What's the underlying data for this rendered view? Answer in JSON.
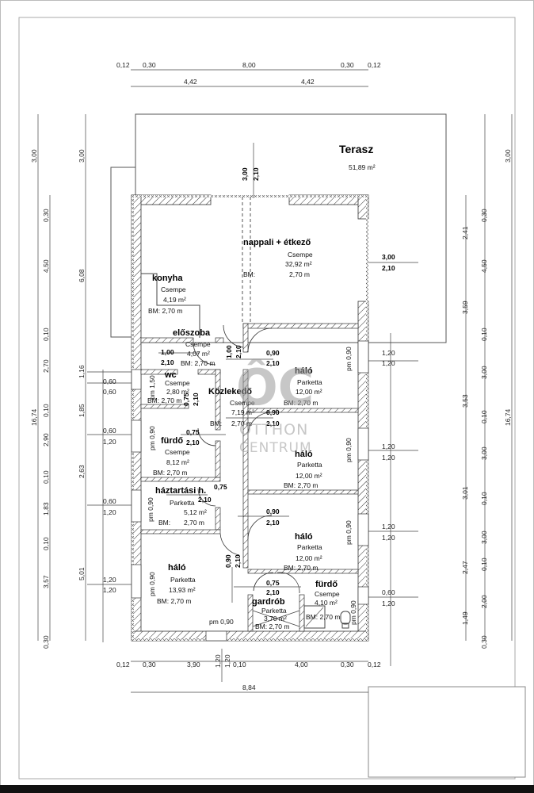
{
  "terrace": {
    "name": "Terasz",
    "area": "51,89 m²"
  },
  "rooms": [
    {
      "id": "nappali",
      "name": "nappali + étkező",
      "floor": "Csempe",
      "area": "32,92 m²",
      "bm_label": "BM:",
      "bm_value": "2,70 m"
    },
    {
      "id": "konyha",
      "name": "konyha",
      "floor": "Csempe",
      "area": "4,19 m²",
      "bm": "BM: 2,70 m"
    },
    {
      "id": "eloszoba",
      "name": "előszoba",
      "floor": "Csempe",
      "area": "4,07 m²",
      "bm": "BM: 2,70 m"
    },
    {
      "id": "wc",
      "name": "wc",
      "floor": "Csempe",
      "area": "2,80 m²",
      "bm": "BM: 2,70 m"
    },
    {
      "id": "kozlekedo",
      "name": "Közlekedő",
      "floor": "Csempe",
      "area": "7,19 m²",
      "bm_label": "BM:",
      "bm_value": "2,70 m"
    },
    {
      "id": "halo1",
      "name": "háló",
      "floor": "Parketta",
      "area": "12,00 m²",
      "bm": "BM: 2,70 m"
    },
    {
      "id": "furdo1",
      "name": "fürdő",
      "floor": "Csempe",
      "area": "8,12 m²",
      "bm": "BM: 2,70 m"
    },
    {
      "id": "halo2",
      "name": "háló",
      "floor": "Parketta",
      "area": "12,00 m²",
      "bm": "BM: 2,70 m"
    },
    {
      "id": "haztartasi",
      "name": "háztartási h.",
      "floor": "Parketta",
      "area": "5,12 m²",
      "bm_label": "BM:",
      "bm_value": "2,70 m"
    },
    {
      "id": "halo3",
      "name": "háló",
      "floor": "Parketta",
      "area": "12,00 m²",
      "bm": "BM: 2,70 m"
    },
    {
      "id": "halo4",
      "name": "háló",
      "floor": "Parketta",
      "area": "13,93 m²",
      "bm": "BM: 2,70 m"
    },
    {
      "id": "gardrob",
      "name": "gardrób",
      "floor": "Parketta",
      "area": "3,70 m²",
      "bm": "BM: 2,70 m"
    },
    {
      "id": "furdo2",
      "name": "fürdő",
      "floor": "Csempe",
      "area": "4,10 m²",
      "bm": "BM: 2,70 m"
    }
  ],
  "dims_top": {
    "row1": [
      "0,12",
      "0,30",
      "8,00",
      "0,30",
      "0,12"
    ],
    "row2": [
      "4,42",
      "4,42"
    ]
  },
  "dims_bottom": {
    "row1": [
      "0,12",
      "0,30",
      "3,90",
      "1,20",
      "1,20",
      "0,10",
      "4,00",
      "0,30",
      "0,12"
    ],
    "row2": [
      "8,84"
    ]
  },
  "dims_left": {
    "outer": [
      "3,00",
      "16,74"
    ],
    "inner": [
      "0,30",
      "4,50",
      "0,10",
      "2,70",
      "0,10",
      "2,90",
      "0,10",
      "1,83",
      "0,10",
      "3,57",
      "0,30"
    ],
    "mid": [
      "3,00",
      "6,08",
      "1,16",
      "1,85",
      "2,63",
      "5,01"
    ],
    "windows": [
      [
        "0,60",
        "0,60"
      ],
      [
        "0,60",
        "1,20"
      ],
      [
        "0,60",
        "1,20"
      ],
      [
        "1,20",
        "1,20"
      ]
    ]
  },
  "dims_right": {
    "outer": [
      "3,00",
      "16,74"
    ],
    "inner": [
      "0,30",
      "4,50",
      "0,10",
      "3,00",
      "0,10",
      "3,00",
      "0,10",
      "3,00",
      "0,10",
      "2,00",
      "0,30"
    ],
    "mid": [
      "2,41",
      "3,59",
      "3,53",
      "3,01",
      "2,47",
      "1,49"
    ],
    "windows": [
      [
        "3,00",
        "2,10"
      ],
      [
        "1,20",
        "1,20"
      ],
      [
        "1,20",
        "1,20"
      ],
      [
        "1,20",
        "1,20"
      ],
      [
        "0,60",
        "1,20"
      ]
    ]
  },
  "doors": {
    "terrace": [
      "3,00",
      "2,10"
    ],
    "entrance": [
      "1,00",
      "2,10"
    ],
    "eloszoba": [
      "1,00",
      "2,10"
    ],
    "halo1": [
      "0,90",
      "2,10"
    ],
    "halo2": [
      "0,90",
      "2,10"
    ],
    "wc": [
      "0,75",
      "2,10"
    ],
    "furdo1": [
      "0,75",
      "2,10"
    ],
    "haztartasi": [
      "0,75",
      "2,10"
    ],
    "halo3": [
      "0,90",
      "2,10"
    ],
    "halo4": [
      "0,90",
      "2,10"
    ],
    "gardrob": [
      "0,75",
      "2,10"
    ]
  },
  "parapets": {
    "wc": "pm 1,50",
    "furdo1": "pm 0,90",
    "haztartasi": "pm 0,90",
    "halo4_left": "pm 0,90",
    "halo4_bottom": "pm 0,90",
    "halo1": "pm 0,90",
    "halo2": "pm 0,90",
    "halo3": "pm 0,90",
    "furdo2": "pm 0,90"
  },
  "watermark": {
    "logo": "ÔC",
    "line1": "OTTHON",
    "line2": "CENTRUM"
  }
}
